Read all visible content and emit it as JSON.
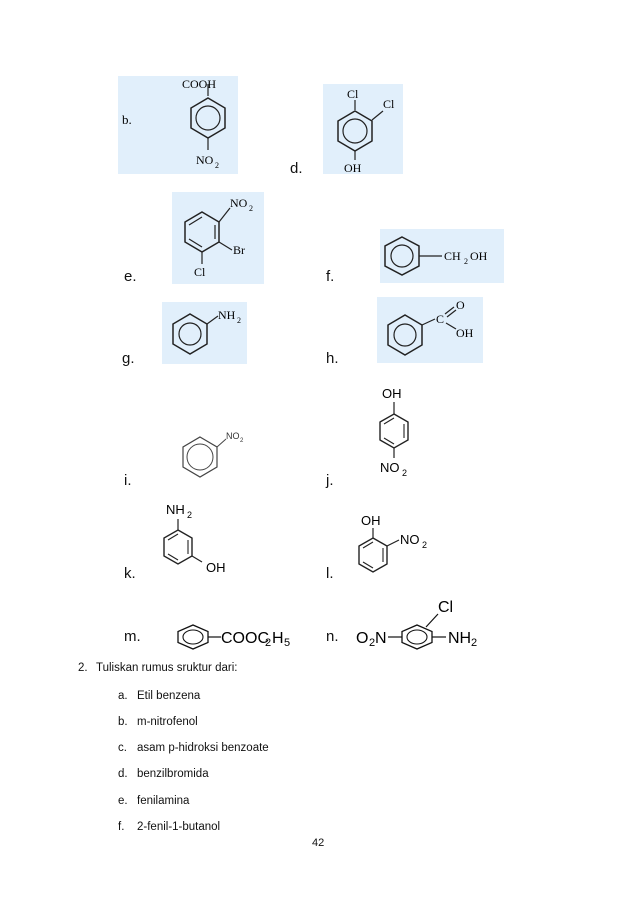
{
  "exercise1": {
    "labels": {
      "b": "b.",
      "d": "d.",
      "e": "e.",
      "f": "f.",
      "g": "g.",
      "h": "h.",
      "i": "i.",
      "j": "j.",
      "k": "k.",
      "l": "l.",
      "m": "m.",
      "n": "n."
    },
    "structures": {
      "b": {
        "substituent_top": "COOH",
        "substituent_bottom": "NO",
        "subscript": "2"
      },
      "d": {
        "substituent_1": "Cl",
        "substituent_2": "Cl",
        "substituent_bottom": "OH"
      },
      "e": {
        "substituent_no2": "NO",
        "no2_subscript": "2",
        "substituent_br": "Br",
        "substituent_cl": "Cl"
      },
      "f": {
        "substituent": "CH",
        "sub_2": "2",
        "suffix": "OH"
      },
      "g": {
        "substituent": "NH",
        "subscript": "2"
      },
      "h": {
        "carbon": "C",
        "oxygen": "O",
        "hydroxyl": "OH"
      },
      "i": {
        "substituent": "NO",
        "subscript": "2"
      },
      "j": {
        "substituent_top": "OH",
        "substituent_bottom": "NO",
        "subscript": "2"
      },
      "k": {
        "substituent_top": "NH",
        "subscript": "2",
        "substituent_right": "OH"
      },
      "l": {
        "substituent_top": "OH",
        "substituent_right": "NO",
        "subscript": "2"
      },
      "m": {
        "group_a": "COOC",
        "sub_a": "2",
        "group_b": "H",
        "sub_b": "5"
      },
      "n": {
        "left_group": "O",
        "left_sub": "2",
        "left_suffix": "N",
        "top_group": "Cl",
        "right_group": "NH",
        "right_sub": "2"
      }
    }
  },
  "exercise2": {
    "number": "2.",
    "prompt": "Tuliskan rumus sruktur dari:",
    "items": [
      {
        "letter": "a.",
        "text": "Etil benzena"
      },
      {
        "letter": "b.",
        "text": "m-nitrofenol"
      },
      {
        "letter": "c.",
        "text": "asam p-hidroksi benzoate"
      },
      {
        "letter": "d.",
        "text": "benzilbromida"
      },
      {
        "letter": "e.",
        "text": "fenilamina"
      },
      {
        "letter": "f.",
        "text": "2-fenil-1-butanol"
      }
    ]
  },
  "page_number": "42",
  "colors": {
    "panel": "#e1effb",
    "ink": "#111111"
  }
}
